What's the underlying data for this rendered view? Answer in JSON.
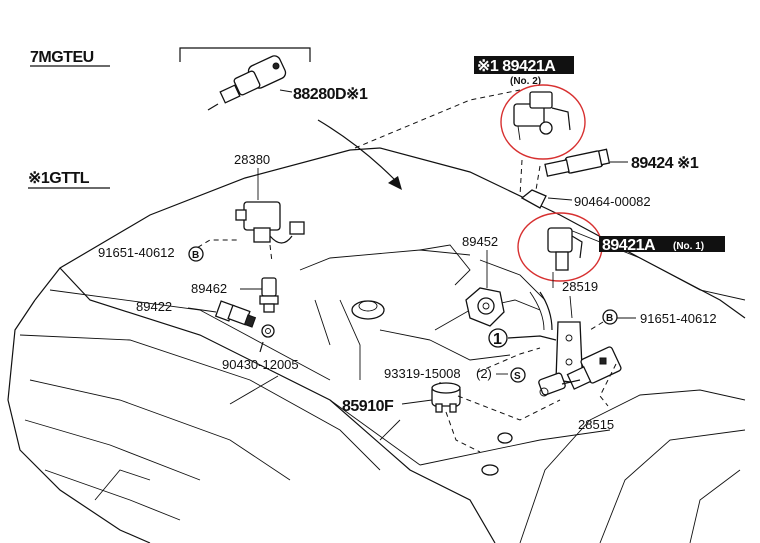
{
  "diagram": {
    "section_7mgteu": "7MGTEU",
    "section_1gttl": "※1GTTL",
    "labels": {
      "p88280d": "88280D※1",
      "p28380": "28380",
      "p91651_left": "91651-40612",
      "b_left": "B",
      "p89462": "89462",
      "p89422": "89422",
      "p90430": "90430-12005",
      "p89421a_top": "※1 89421A",
      "no2": "(No. 2)",
      "p89424": "89424 ※1",
      "p90464": "90464-00082",
      "p89421a_right": "89421A",
      "no1": "(No. 1)",
      "p89452": "89452",
      "p28519": "28519",
      "p91651_right": "91651-40612",
      "b_right": "B",
      "circle_1": "1",
      "p93319": "93319-15008",
      "qty2": "(2)",
      "s_mark": "S",
      "p85910f": "85910F",
      "p28515": "28515"
    },
    "colors": {
      "line": "#111111",
      "highlight": "#d73030",
      "background": "#ffffff"
    }
  }
}
